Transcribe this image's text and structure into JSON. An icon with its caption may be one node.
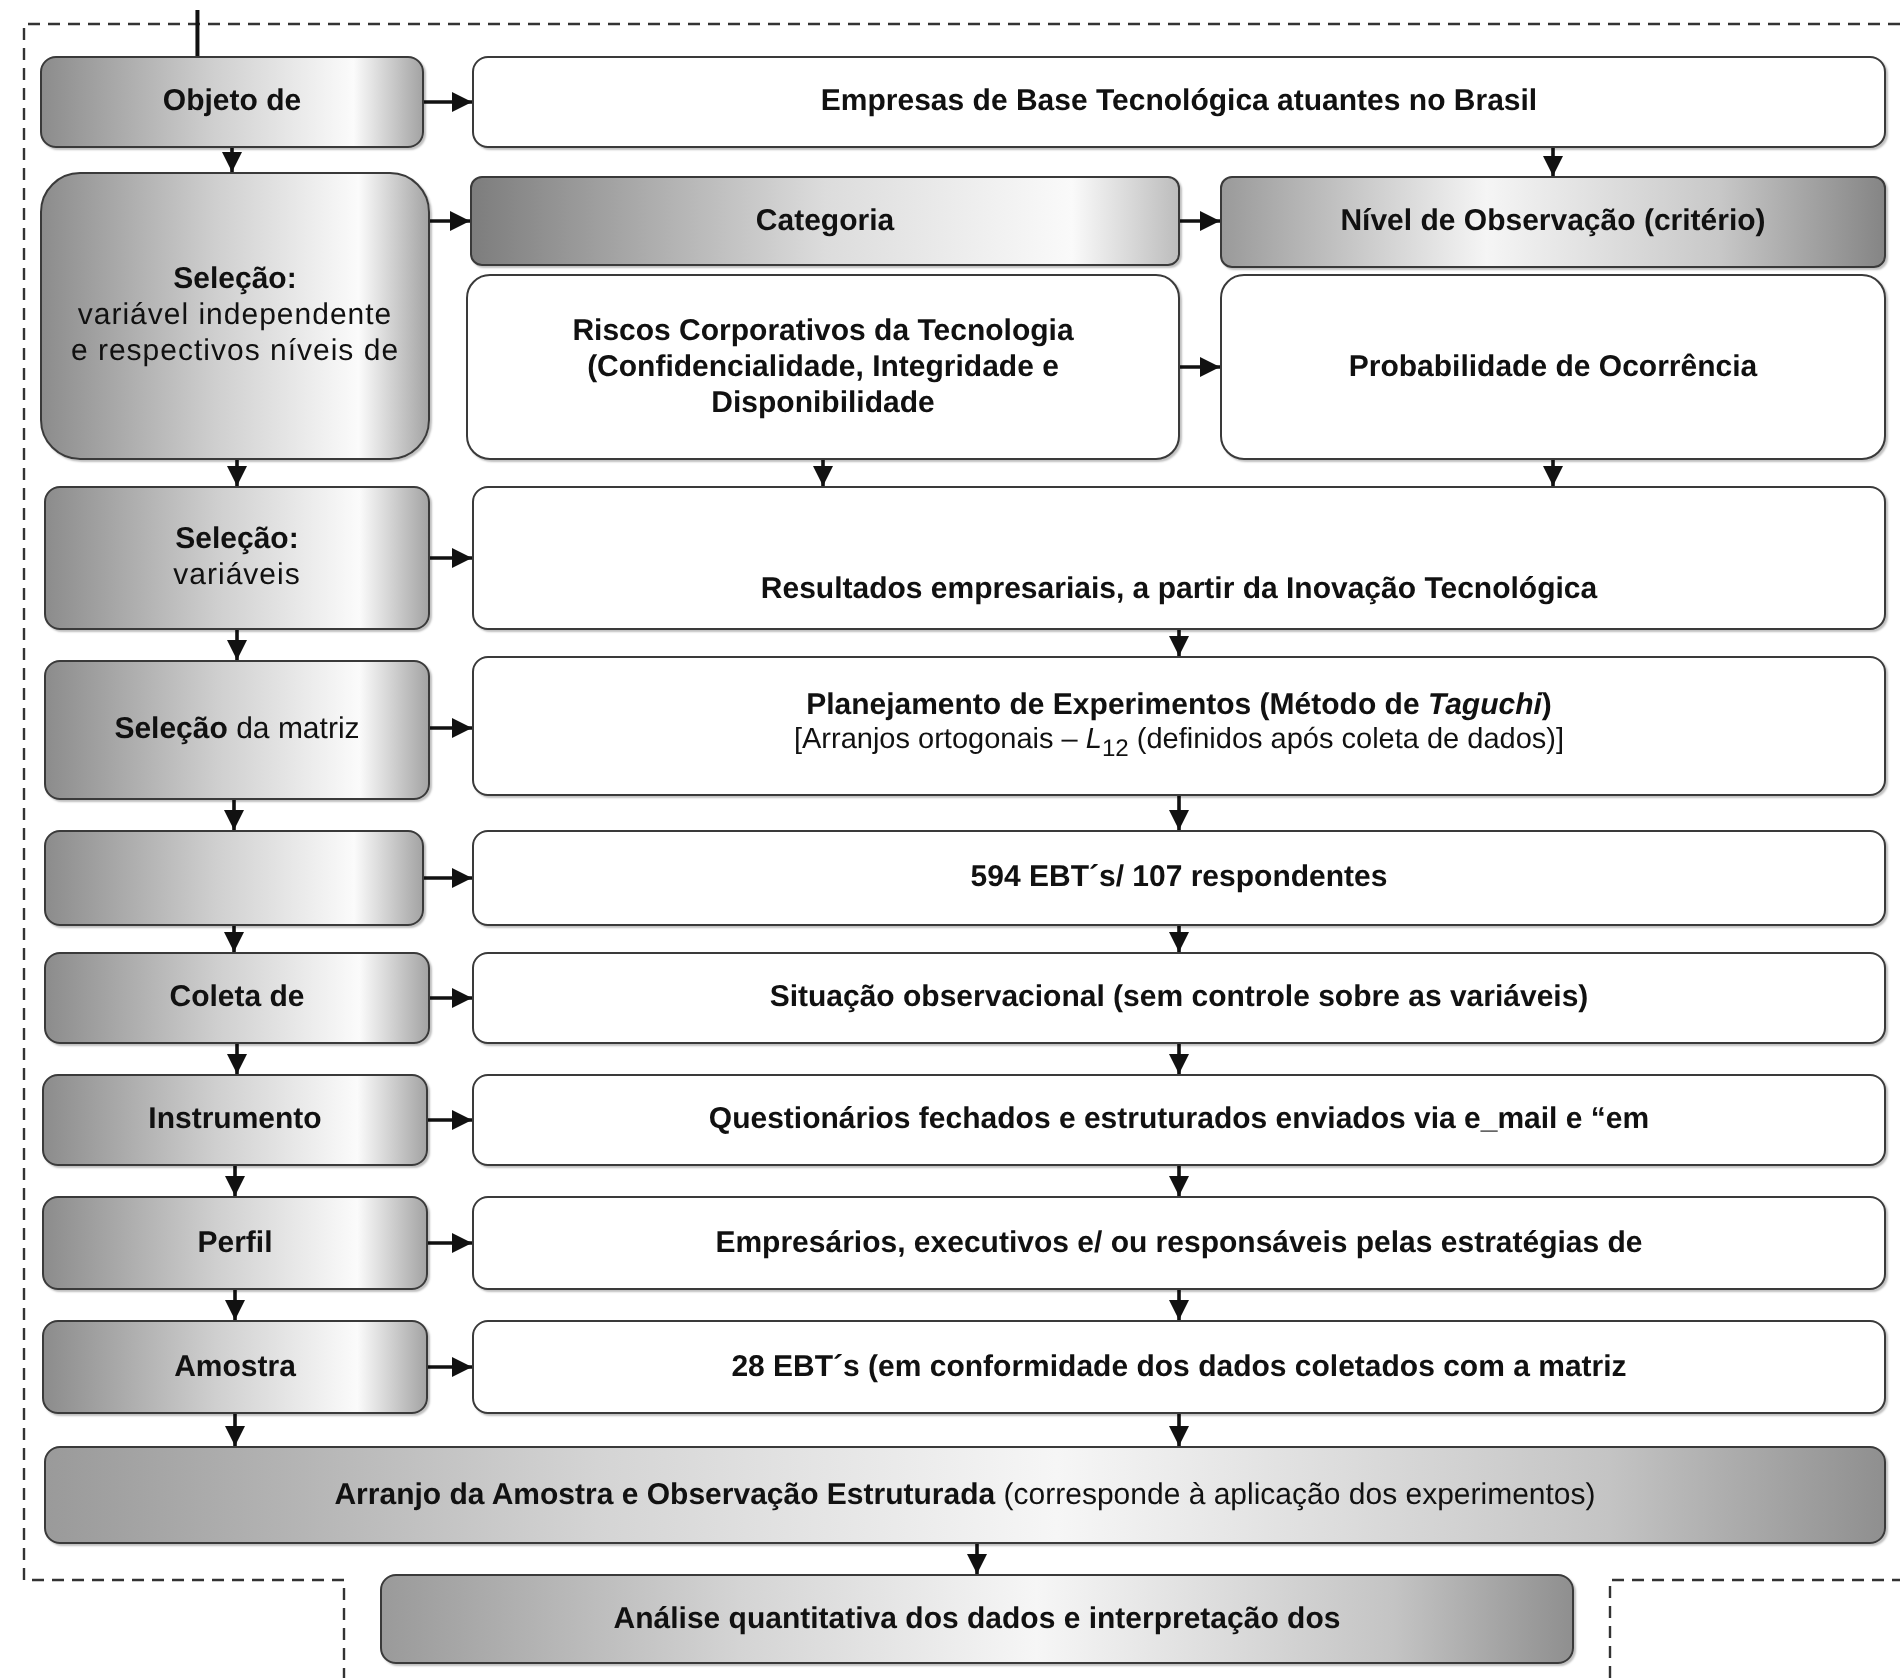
{
  "diagram": {
    "nodes": [
      {
        "text": [
          "Objeto de"
        ]
      },
      {
        "text": [
          "Empresas de Base Tecnológica atuantes no Brasil"
        ]
      },
      {
        "text": [
          "Seleção:",
          "variável independente e respectivos níveis de"
        ]
      },
      {
        "text": [
          "Categoria"
        ]
      },
      {
        "text": [
          "Nível de Observação (critério)"
        ]
      },
      {
        "text": [
          "Riscos Corporativos da Tecnologia (Confidencialidade, Integridade e Disponibilidade"
        ]
      },
      {
        "text": [
          "Probabilidade de Ocorrência"
        ]
      },
      {
        "text": [
          "Seleção:",
          "variáveis"
        ]
      },
      {
        "text": [
          "Resultados empresariais, a partir da Inovação Tecnológica"
        ]
      },
      {
        "text": [
          "**Seleção** da matriz"
        ]
      },
      {
        "text": [
          "Planejamento de Experimentos (Método de *Taguchi*)",
          "[Arranjos ortogonais – *L*$_{12}$ (definidos após coleta de dados)]"
        ]
      },
      {
        "text": [],
        "shape": "box"
      },
      {
        "text": [
          "594 EBT´s/ 107 respondentes"
        ]
      },
      {
        "text": [
          "Coleta de"
        ]
      },
      {
        "text": [
          "Situação observacional (sem controle sobre as variáveis)"
        ]
      },
      {
        "text": [
          "Instrumento"
        ]
      },
      {
        "text": [
          "Questionários fechados e estruturados enviados via e_mail e “em"
        ]
      },
      {
        "text": [
          "Perfil"
        ]
      },
      {
        "text": [
          "Empresários, executivos e/ ou responsáveis pelas estratégias de"
        ]
      },
      {
        "text": [
          "Amostra"
        ]
      },
      {
        "text": [
          "28 EBT´s (em conformidade dos dados coletados com a matriz"
        ]
      },
      {
        "text": [
          "**Arranjo da Amostra e Observação Estruturada** (corresponde à aplicação dos experimentos)"
        ]
      },
      {
        "text": [
          "Análise quantitativa dos dados e interpretação dos"
        ]
      }
    ],
    "edges": [
      {
        "from": null,
        "to": 0,
        "arrow": "none"
      },
      {
        "from": 0,
        "to": 1,
        "arrow": "to"
      },
      {
        "from": 0,
        "to": 2,
        "arrow": "to"
      },
      {
        "from": 1,
        "to": 4,
        "arrow": "to"
      },
      {
        "from": 2,
        "to": 3,
        "arrow": "to"
      },
      {
        "from": 3,
        "to": 4,
        "arrow": "to"
      },
      {
        "from": 5,
        "to": 6,
        "arrow": "to"
      },
      {
        "from": 2,
        "to": 7,
        "arrow": "to"
      },
      {
        "from": 5,
        "to": 8,
        "arrow": "to"
      },
      {
        "from": 6,
        "to": 8,
        "arrow": "to"
      },
      {
        "from": 7,
        "to": 8,
        "arrow": "to"
      },
      {
        "from": 7,
        "to": 9,
        "arrow": "to"
      },
      {
        "from": 8,
        "to": 10,
        "arrow": "to"
      },
      {
        "from": 9,
        "to": 10,
        "arrow": "to"
      },
      {
        "from": 9,
        "to": 11,
        "arrow": "to"
      },
      {
        "from": 10,
        "to": 12,
        "arrow": "to"
      },
      {
        "from": 11,
        "to": 12,
        "arrow": "to"
      },
      {
        "from": 11,
        "to": 13,
        "arrow": "to"
      },
      {
        "from": 12,
        "to": 14,
        "arrow": "to"
      },
      {
        "from": 13,
        "to": 14,
        "arrow": "to"
      },
      {
        "from": 13,
        "to": 15,
        "arrow": "to"
      },
      {
        "from": 14,
        "to": 16,
        "arrow": "to"
      },
      {
        "from": 15,
        "to": 16,
        "arrow": "to"
      },
      {
        "from": 15,
        "to": 17,
        "arrow": "to"
      },
      {
        "from": 16,
        "to": 18,
        "arrow": "to"
      },
      {
        "from": 17,
        "to": 18,
        "arrow": "to"
      },
      {
        "from": 17,
        "to": 19,
        "arrow": "to"
      },
      {
        "from": 18,
        "to": 20,
        "arrow": "to"
      },
      {
        "from": 19,
        "to": 20,
        "arrow": "to"
      },
      {
        "from": 19,
        "to": 21,
        "arrow": "to"
      },
      {
        "from": 20,
        "to": 21,
        "arrow": "to"
      },
      {
        "from": 21,
        "to": 22,
        "arrow": "to"
      }
    ]
  }
}
